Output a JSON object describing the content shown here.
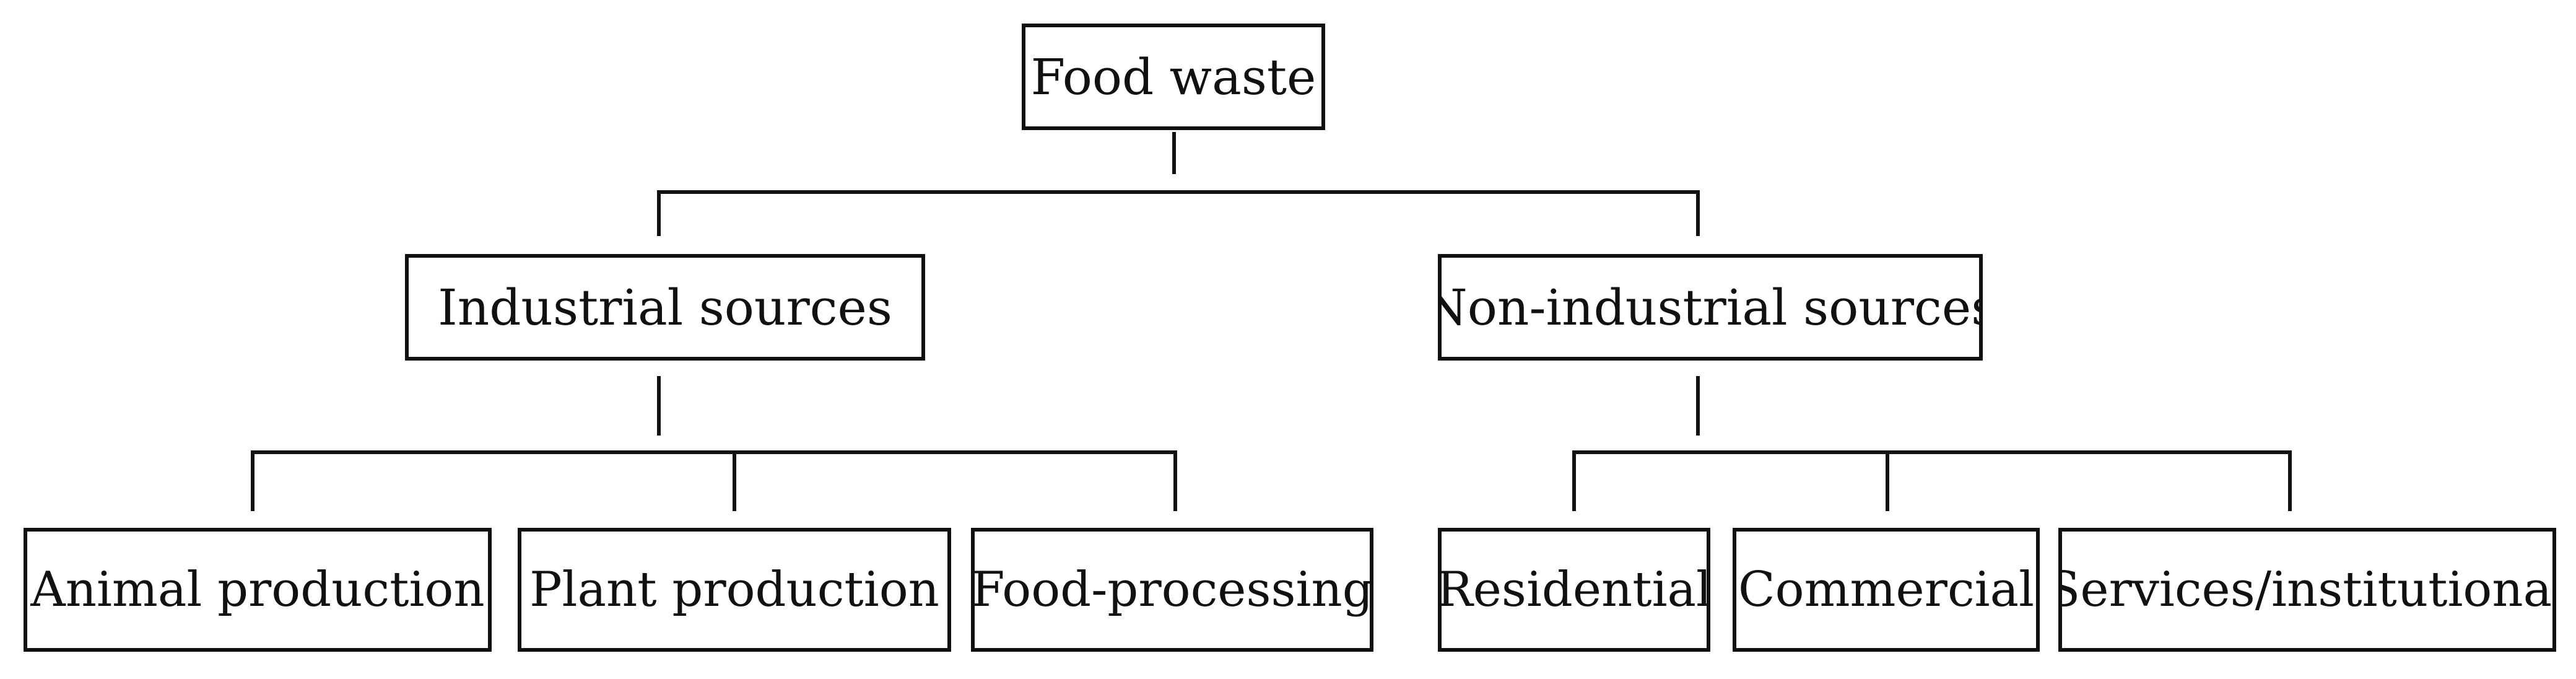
{
  "diagram": {
    "root": {
      "label": "Food waste"
    },
    "branches": [
      {
        "label": "Industrial sources",
        "children": [
          {
            "label": "Animal production"
          },
          {
            "label": "Plant production"
          },
          {
            "label": "Food-processing"
          }
        ]
      },
      {
        "label": "Non-industrial sources",
        "children": [
          {
            "label": "Residential"
          },
          {
            "label": "Commercial"
          },
          {
            "label": "Services/institutional"
          }
        ]
      }
    ],
    "colors": {
      "line": "#111111",
      "box_fill": "#ffffff",
      "text": "#111111"
    }
  }
}
